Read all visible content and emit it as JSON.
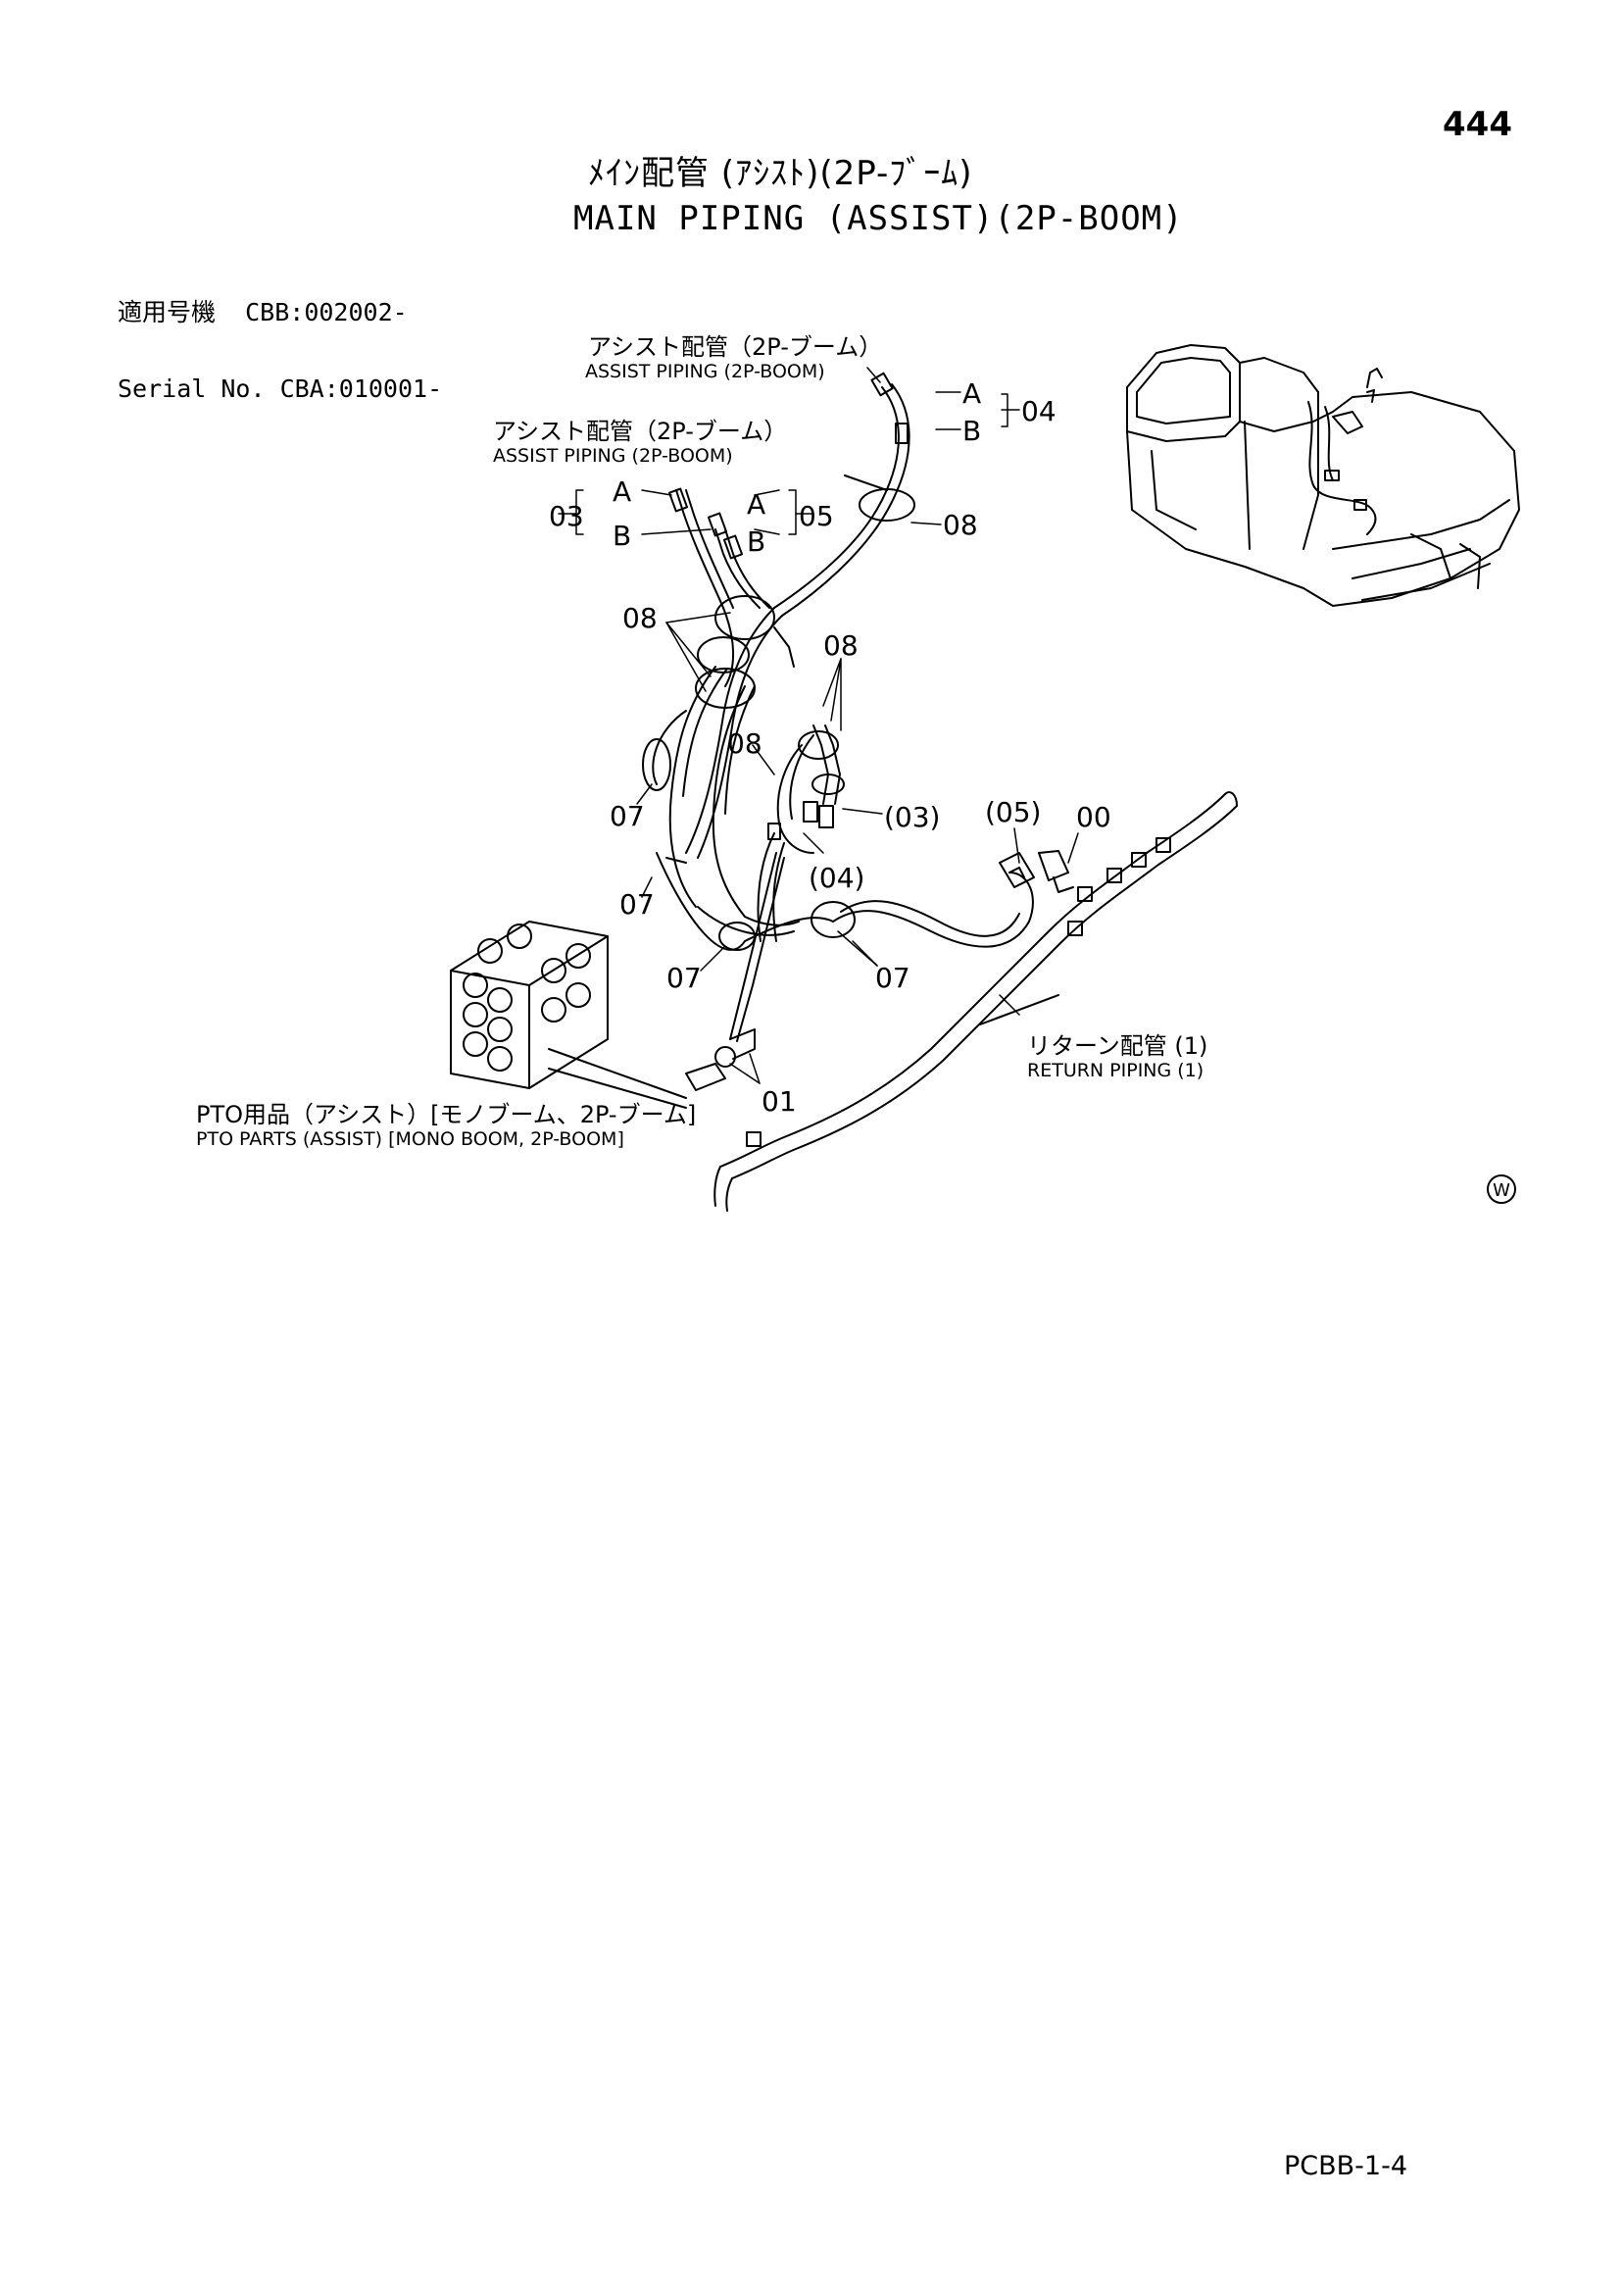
{
  "page_number": "444",
  "title_ja": "ﾒｲﾝ配管 (ｱｼｽﾄ)(2P-ﾌﾞｰﾑ)",
  "title_en": "MAIN PIPING (ASSIST)(2P-BOOM)",
  "serial": {
    "label_ja": "適用号機",
    "code_1": "CBB:002002-",
    "label_en": "Serial No.",
    "code_2": "CBA:010001-"
  },
  "annotations": {
    "assist_piping_1_ja": "アシスト配管（2P-ブーム）",
    "assist_piping_1_en": "ASSIST PIPING (2P-BOOM)",
    "assist_piping_2_ja": "アシスト配管（2P-ブーム）",
    "assist_piping_2_en": "ASSIST PIPING (2P-BOOM)",
    "return_piping_ja": "リターン配管 (1)",
    "return_piping_en": "RETURN PIPING (1)",
    "pto_parts_ja": "PTO用品（アシスト）[モノブーム、2P-ブーム]",
    "pto_parts_en": "PTO PARTS (ASSIST) [MONO BOOM, 2P-BOOM]"
  },
  "callouts": {
    "a_top": "A",
    "b_top": "B",
    "c04": "04",
    "a_left": "A",
    "b_left": "B",
    "a_mid": "A",
    "b_mid": "B",
    "c03": "03",
    "c05": "05",
    "c08_right": "08",
    "c08_left": "08",
    "c08_mid": "08",
    "c08_low": "08",
    "c03_paren": "(03)",
    "c04_paren": "(04)",
    "c05_paren": "(05)",
    "c00": "00",
    "c07_a": "07",
    "c07_b": "07",
    "c07_c": "07",
    "c07_d": "07",
    "c01": "01"
  },
  "watermark_symbol": "W",
  "footer_code": "PCBB-1-4"
}
